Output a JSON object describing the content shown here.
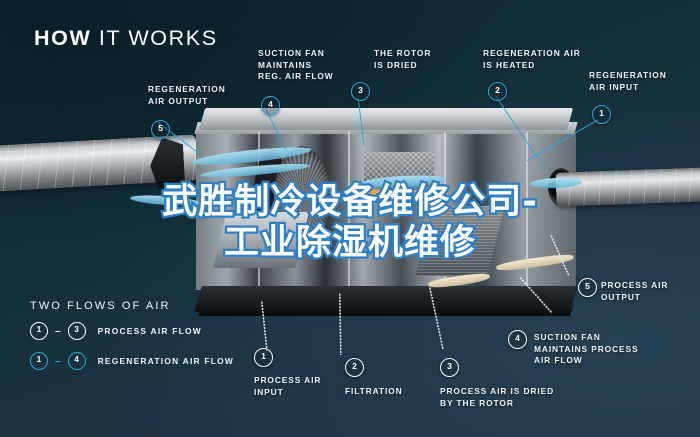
{
  "header": {
    "title_bold": "HOW",
    "title_light": " IT WORKS"
  },
  "colors": {
    "background_dark": "#0e242d",
    "background_light": "#203646",
    "accent_cyan": "#2ea6d8",
    "text_white": "#eef4f7",
    "overlay_stroke": "#2f7fc4"
  },
  "callouts": [
    {
      "number": "5",
      "label": "REGENERATION\nAIR OUTPUT",
      "style": "cyan"
    },
    {
      "number": "4",
      "label": "SUCTION FAN\nMAINTAINS\nREG. AIR FLOW",
      "style": "cyan"
    },
    {
      "number": "3",
      "label": "THE ROTOR\nIS DRIED",
      "style": "cyan"
    },
    {
      "number": "2",
      "label": "REGENERATION AIR\nIS HEATED",
      "style": "cyan"
    },
    {
      "number": "1",
      "label": "REGENERATION\nAIR INPUT",
      "style": "cyan"
    },
    {
      "number": "5",
      "label": "PROCESS AIR\nOUTPUT",
      "style": "white"
    },
    {
      "number": "4",
      "label": "SUCTION FAN\nMAINTAINS PROCESS\nAIR FLOW",
      "style": "white"
    },
    {
      "number": "1",
      "label": "PROCESS AIR\nINPUT",
      "style": "white"
    },
    {
      "number": "2",
      "label": "FILTRATION",
      "style": "white"
    },
    {
      "number": "3",
      "label": "PROCESS AIR IS DRIED\nBY THE ROTOR",
      "style": "white"
    }
  ],
  "legend": {
    "title": "TWO FLOWS OF AIR",
    "rows": [
      {
        "from": "1",
        "dash": "–",
        "to": "3",
        "text": "PROCESS AIR FLOW",
        "style": "white"
      },
      {
        "from": "1",
        "dash": "–",
        "to": "4",
        "text": "REGENERATION AIR FLOW",
        "style": "cyan"
      }
    ]
  },
  "overlay": {
    "line1": "武胜制冷设备维修公司-",
    "line2": "工业除湿机维修"
  }
}
